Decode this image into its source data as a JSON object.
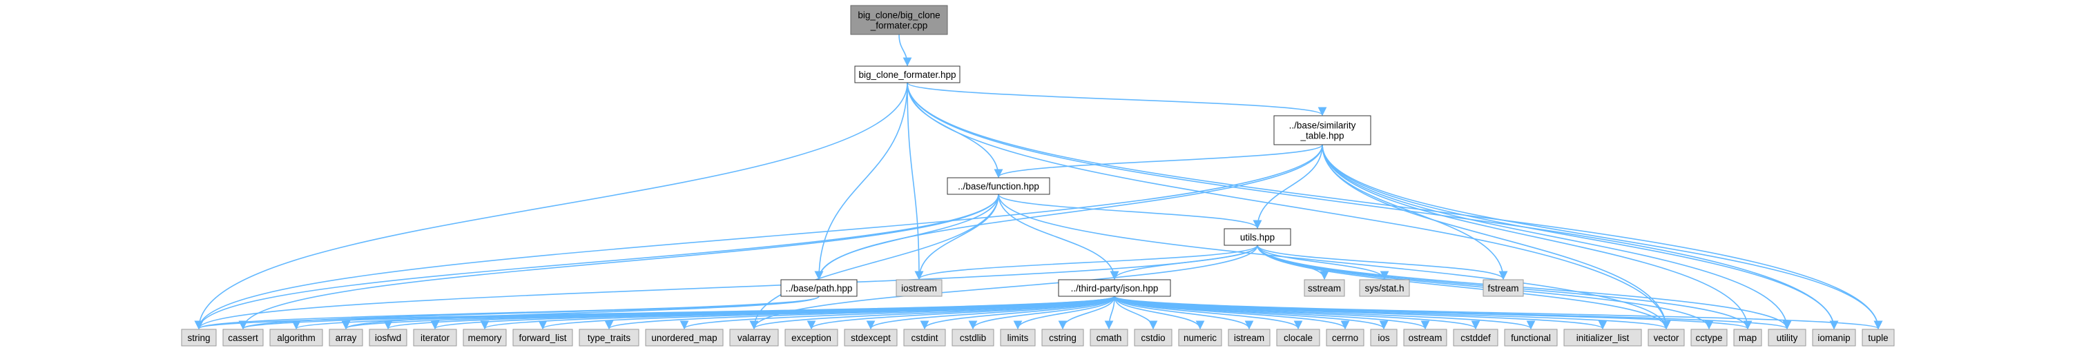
{
  "graph": {
    "nodes": [
      {
        "id": "src",
        "label": [
          "big_clone/big_clone",
          "_formater.cpp"
        ],
        "kind": "src"
      },
      {
        "id": "bcf",
        "label": [
          "big_clone_formater.hpp"
        ],
        "kind": "hdr"
      },
      {
        "id": "sim",
        "label": [
          "../base/similarity",
          "_table.hpp"
        ],
        "kind": "hdr"
      },
      {
        "id": "func",
        "label": [
          "../base/function.hpp"
        ],
        "kind": "hdr"
      },
      {
        "id": "utils",
        "label": [
          "utils.hpp"
        ],
        "kind": "hdr"
      },
      {
        "id": "path",
        "label": [
          "../base/path.hpp"
        ],
        "kind": "hdr"
      },
      {
        "id": "json",
        "label": [
          "../third-party/json.hpp"
        ],
        "kind": "hdr"
      },
      {
        "id": "iostream",
        "label": [
          "iostream"
        ],
        "kind": "sys"
      },
      {
        "id": "sstream",
        "label": [
          "sstream"
        ],
        "kind": "sys"
      },
      {
        "id": "sysstat",
        "label": [
          "sys/stat.h"
        ],
        "kind": "sys"
      },
      {
        "id": "fstream",
        "label": [
          "fstream"
        ],
        "kind": "sys"
      },
      {
        "id": "string",
        "label": [
          "string"
        ],
        "kind": "sys"
      },
      {
        "id": "cassert",
        "label": [
          "cassert"
        ],
        "kind": "sys"
      },
      {
        "id": "algorithm",
        "label": [
          "algorithm"
        ],
        "kind": "sys"
      },
      {
        "id": "array",
        "label": [
          "array"
        ],
        "kind": "sys"
      },
      {
        "id": "iosfwd",
        "label": [
          "iosfwd"
        ],
        "kind": "sys"
      },
      {
        "id": "iterator",
        "label": [
          "iterator"
        ],
        "kind": "sys"
      },
      {
        "id": "memory",
        "label": [
          "memory"
        ],
        "kind": "sys"
      },
      {
        "id": "forward_list",
        "label": [
          "forward_list"
        ],
        "kind": "sys"
      },
      {
        "id": "type_traits",
        "label": [
          "type_traits"
        ],
        "kind": "sys"
      },
      {
        "id": "unordered_map",
        "label": [
          "unordered_map"
        ],
        "kind": "sys"
      },
      {
        "id": "valarray",
        "label": [
          "valarray"
        ],
        "kind": "sys"
      },
      {
        "id": "exception",
        "label": [
          "exception"
        ],
        "kind": "sys"
      },
      {
        "id": "stdexcept",
        "label": [
          "stdexcept"
        ],
        "kind": "sys"
      },
      {
        "id": "cstdint",
        "label": [
          "cstdint"
        ],
        "kind": "sys"
      },
      {
        "id": "cstdlib",
        "label": [
          "cstdlib"
        ],
        "kind": "sys"
      },
      {
        "id": "limits",
        "label": [
          "limits"
        ],
        "kind": "sys"
      },
      {
        "id": "cstring",
        "label": [
          "cstring"
        ],
        "kind": "sys"
      },
      {
        "id": "cmath",
        "label": [
          "cmath"
        ],
        "kind": "sys"
      },
      {
        "id": "cstdio",
        "label": [
          "cstdio"
        ],
        "kind": "sys"
      },
      {
        "id": "numeric",
        "label": [
          "numeric"
        ],
        "kind": "sys"
      },
      {
        "id": "istream",
        "label": [
          "istream"
        ],
        "kind": "sys"
      },
      {
        "id": "clocale",
        "label": [
          "clocale"
        ],
        "kind": "sys"
      },
      {
        "id": "cerrno",
        "label": [
          "cerrno"
        ],
        "kind": "sys"
      },
      {
        "id": "ios",
        "label": [
          "ios"
        ],
        "kind": "sys"
      },
      {
        "id": "ostream",
        "label": [
          "ostream"
        ],
        "kind": "sys"
      },
      {
        "id": "cstddef",
        "label": [
          "cstddef"
        ],
        "kind": "sys"
      },
      {
        "id": "functional",
        "label": [
          "functional"
        ],
        "kind": "sys"
      },
      {
        "id": "initializer_list",
        "label": [
          "initializer_list"
        ],
        "kind": "sys"
      },
      {
        "id": "vector",
        "label": [
          "vector"
        ],
        "kind": "sys"
      },
      {
        "id": "cctype",
        "label": [
          "cctype"
        ],
        "kind": "sys"
      },
      {
        "id": "map",
        "label": [
          "map"
        ],
        "kind": "sys"
      },
      {
        "id": "utility",
        "label": [
          "utility"
        ],
        "kind": "sys"
      },
      {
        "id": "iomanip",
        "label": [
          "iomanip"
        ],
        "kind": "sys"
      },
      {
        "id": "tuple",
        "label": [
          "tuple"
        ],
        "kind": "sys"
      }
    ],
    "edges": [
      [
        "src",
        "bcf"
      ],
      [
        "bcf",
        "sim"
      ],
      [
        "bcf",
        "func"
      ],
      [
        "bcf",
        "path"
      ],
      [
        "bcf",
        "iostream"
      ],
      [
        "bcf",
        "string"
      ],
      [
        "bcf",
        "vector"
      ],
      [
        "bcf",
        "iomanip"
      ],
      [
        "bcf",
        "tuple"
      ],
      [
        "sim",
        "func"
      ],
      [
        "sim",
        "utils"
      ],
      [
        "sim",
        "path"
      ],
      [
        "sim",
        "fstream"
      ],
      [
        "sim",
        "string"
      ],
      [
        "sim",
        "vector"
      ],
      [
        "sim",
        "map"
      ],
      [
        "sim",
        "utility"
      ],
      [
        "sim",
        "iomanip"
      ],
      [
        "sim",
        "tuple"
      ],
      [
        "func",
        "utils"
      ],
      [
        "func",
        "path"
      ],
      [
        "func",
        "json"
      ],
      [
        "func",
        "iostream"
      ],
      [
        "func",
        "string"
      ],
      [
        "func",
        "vector"
      ],
      [
        "func",
        "cassert"
      ],
      [
        "func",
        "valarray"
      ],
      [
        "utils",
        "json"
      ],
      [
        "utils",
        "iostream"
      ],
      [
        "utils",
        "sstream"
      ],
      [
        "utils",
        "sysstat"
      ],
      [
        "utils",
        "fstream"
      ],
      [
        "utils",
        "string"
      ],
      [
        "utils",
        "vector"
      ],
      [
        "utils",
        "cctype"
      ],
      [
        "utils",
        "map"
      ],
      [
        "utils",
        "utility"
      ],
      [
        "utils",
        "valarray"
      ],
      [
        "path",
        "string"
      ],
      [
        "path",
        "cassert"
      ],
      [
        "path",
        "array"
      ],
      [
        "json",
        "string"
      ],
      [
        "json",
        "cassert"
      ],
      [
        "json",
        "algorithm"
      ],
      [
        "json",
        "array"
      ],
      [
        "json",
        "iosfwd"
      ],
      [
        "json",
        "iterator"
      ],
      [
        "json",
        "memory"
      ],
      [
        "json",
        "forward_list"
      ],
      [
        "json",
        "type_traits"
      ],
      [
        "json",
        "unordered_map"
      ],
      [
        "json",
        "valarray"
      ],
      [
        "json",
        "exception"
      ],
      [
        "json",
        "stdexcept"
      ],
      [
        "json",
        "cstdint"
      ],
      [
        "json",
        "cstdlib"
      ],
      [
        "json",
        "limits"
      ],
      [
        "json",
        "cstring"
      ],
      [
        "json",
        "cmath"
      ],
      [
        "json",
        "cstdio"
      ],
      [
        "json",
        "numeric"
      ],
      [
        "json",
        "istream"
      ],
      [
        "json",
        "clocale"
      ],
      [
        "json",
        "cerrno"
      ],
      [
        "json",
        "ios"
      ],
      [
        "json",
        "ostream"
      ],
      [
        "json",
        "cstddef"
      ],
      [
        "json",
        "functional"
      ],
      [
        "json",
        "initializer_list"
      ],
      [
        "json",
        "vector"
      ],
      [
        "json",
        "map"
      ],
      [
        "json",
        "utility"
      ],
      [
        "json",
        "tuple"
      ]
    ]
  }
}
